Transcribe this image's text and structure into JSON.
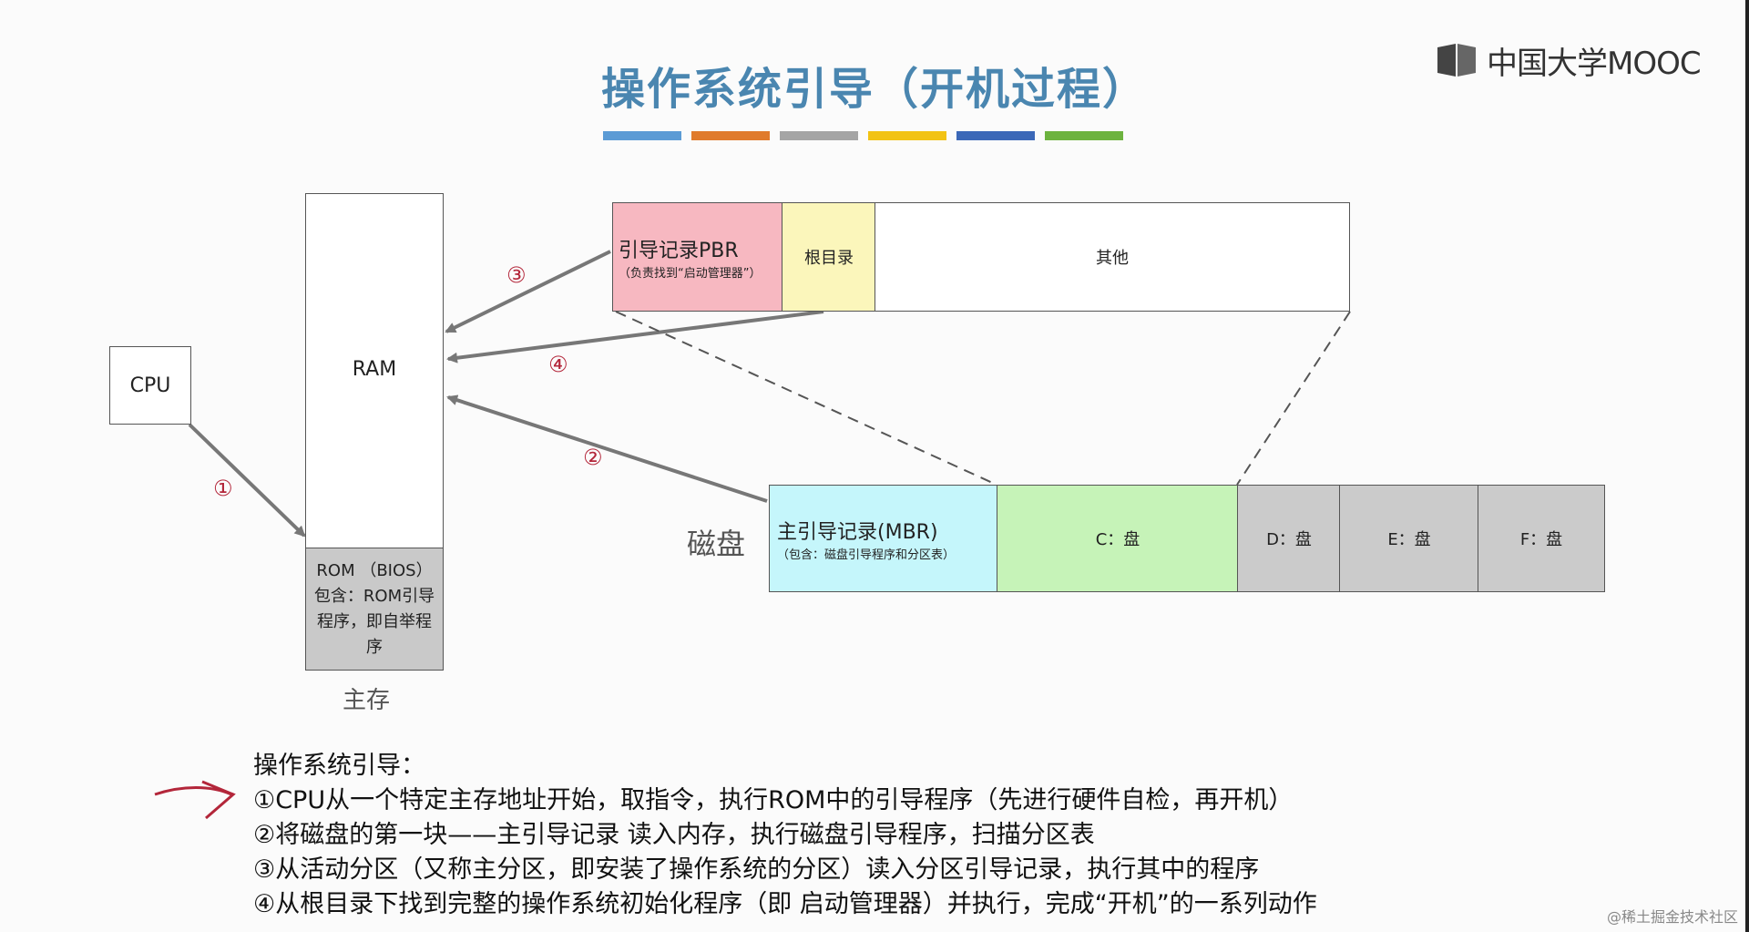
{
  "title": "操作系统引导（开机过程）",
  "logo": {
    "text": "中国大学MOOC"
  },
  "color_bar": [
    "#5b9bd5",
    "#e07b2c",
    "#a5a5a5",
    "#f2c314",
    "#3b68b8",
    "#6db33f"
  ],
  "diagram": {
    "cpu": "CPU",
    "ram": "RAM",
    "rom": "ROM （BIOS）包含：ROM引导程序，即自举程序",
    "main_memory_label": "主存",
    "disk_label": "磁盘",
    "pbr_title": "引导记录PBR",
    "pbr_note": "（负责找到“启动管理器”）",
    "root_dir": "根目录",
    "other": "其他",
    "mbr_title": "主引导记录(MBR)",
    "mbr_note": "（包含：磁盘引导程序和分区表）",
    "c_drive": "C：盘",
    "d_drive": "D：盘",
    "e_drive": "E：盘",
    "f_drive": "F：盘",
    "step1": "①",
    "step2": "②",
    "step3": "③",
    "step4": "④"
  },
  "notes": {
    "heading": "操作系统引导：",
    "lines": [
      "①CPU从一个特定主存地址开始，取指令，执行ROM中的引导程序（先进行硬件自检，再开机）",
      "②将磁盘的第一块——主引导记录 读入内存，执行磁盘引导程序，扫描分区表",
      "③从活动分区（又称主分区，即安装了操作系统的分区）读入分区引导记录，执行其中的程序",
      "④从根目录下找到完整的操作系统初始化程序（即 启动管理器）并执行，完成“开机”的一系列动作"
    ]
  },
  "watermark": "@稀土掘金技术社区"
}
